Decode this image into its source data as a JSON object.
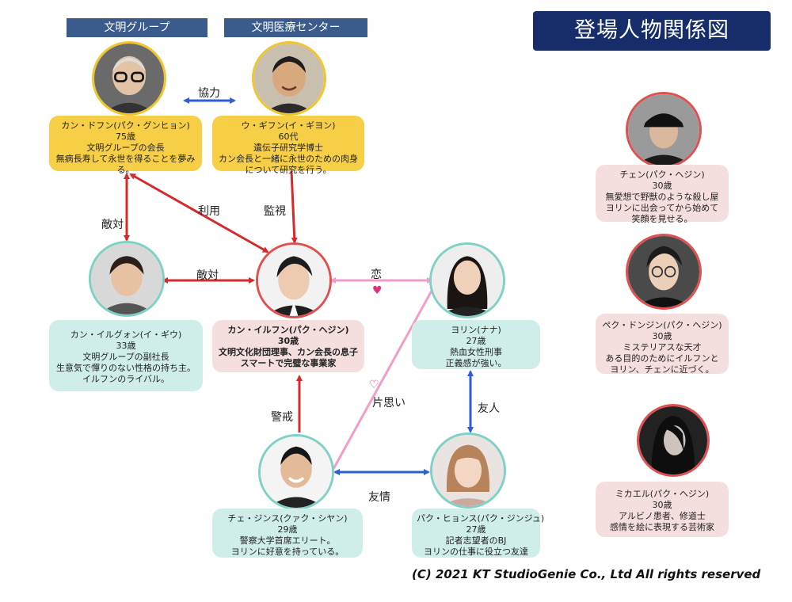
{
  "title": "登場人物関係図",
  "groups": {
    "group_a": "文明グループ",
    "group_b": "文明医療センター"
  },
  "characters": {
    "kang_dohun": {
      "lines": [
        "カン・ドフン(パク・グンヒョン)",
        "75歳",
        "文明グループの会長",
        "無病長寿して永世を得ることを夢み",
        "る。"
      ]
    },
    "woo_gihun": {
      "lines": [
        "ウ・ギフン(イ・ギヨン)",
        "60代",
        "遺伝子研究学博士",
        "カン会長と一緒に永世のための肉身",
        "について研究を行う。"
      ]
    },
    "kang_ilgwon": {
      "lines": [
        "カン・イルグォン(イ・ギウ)",
        "33歳",
        "文明グループの副社長",
        "生意気で憚りのない性格の持ち主。",
        "イルフンのライバル。"
      ]
    },
    "kang_ilhun": {
      "lines": [
        "カン・イルフン(パク・ヘジン)",
        "30歳",
        "文明文化財団理事、カン会長の息子",
        "スマートで完璧な事業家"
      ]
    },
    "yerin": {
      "lines": [
        "ヨリン(ナナ)",
        "27歳",
        "熱血女性刑事",
        "正義感が強い。"
      ]
    },
    "choi_jinsu": {
      "lines": [
        "チェ・ジンス(クァク・シヤン)",
        "29歳",
        "警察大学首席エリート。",
        "ヨリンに好意を持っている。"
      ]
    },
    "park_hyonsu": {
      "lines": [
        "パク・ヒョンス(パク・ジンジュ)",
        "27歳",
        "記者志望者のBJ",
        "ヨリンの仕事に役立つ友達"
      ]
    },
    "chen": {
      "lines": [
        "チェン(パク・ヘジン)",
        "30歳",
        "無愛想で野獣のような殺し屋",
        "ヨリンに出会ってから始めて",
        "笑顔を見せる。"
      ]
    },
    "baek_dongjin": {
      "lines": [
        "ペク・ドンジン(パク・ヘジン)",
        "30歳",
        "ミステリアスな天才",
        "ある目的のためにイルフンと",
        "ヨリン、チェンに近づく。"
      ]
    },
    "michael": {
      "lines": [
        "ミカエル(パク・ヘジン)",
        "30歳",
        "アルビノ患者、修道士",
        "感情を絵に表現する芸術家"
      ]
    }
  },
  "relations": {
    "cooperation": "協力",
    "use": "利用",
    "watch": "監視",
    "hostile_v": "敵対",
    "hostile_h": "敵対",
    "love": "恋",
    "one_sided": "片思い",
    "friend": "友人",
    "caution": "警戒",
    "friendship": "友情"
  },
  "hearts": {
    "love_heart": "♥",
    "one_sided_heart": "♡"
  },
  "colors": {
    "title_bg": "#162c6b",
    "group_bg": "#3a5b8c",
    "red_arrow": "#d42a2a",
    "blue_arrow": "#2e5fd0",
    "pink_arrow": "#f29cc8",
    "heart": "#e0307a",
    "yellow_card": "#f7cf46",
    "pink_card": "#f5dede",
    "teal_card": "#cfeeea"
  },
  "copyright": "(C) 2021 KT StudioGenie Co., Ltd All rights reserved"
}
